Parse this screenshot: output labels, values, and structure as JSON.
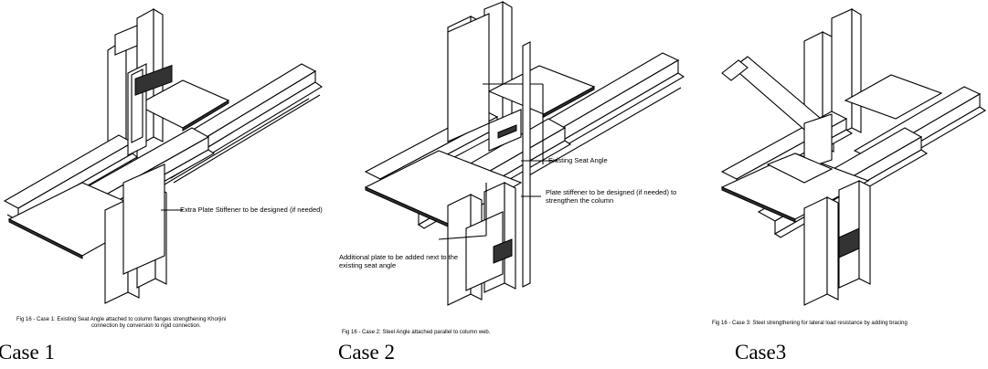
{
  "panels": [
    {
      "annotations": [
        "Extra Plate Stiffener to be designed (if needed)"
      ],
      "caption_lines": [
        "Fig 16 - Case 1: Existing Seat Angle attached to column flanges  strengthening Khorjini",
        "connection by conversion to rigid connection."
      ],
      "case_label": "Case 1"
    },
    {
      "annotations": [
        "Existing Seat Angle",
        "Plate stiffener to be designed (if needed) to strengthen the column",
        "Additional plate to be added next to the existing seat angle"
      ],
      "caption_lines": [
        "Fig 16 - Case 2: Steel Angle attached parallel to column web."
      ],
      "case_label": "Case 2"
    },
    {
      "annotations": [],
      "caption_lines": [
        "Fig 16 - Case 3: Steel strengthening for lateral load resistance by adding bracing"
      ],
      "case_label": "Case3"
    }
  ],
  "icons": [
    "steel-joint-drawing"
  ]
}
